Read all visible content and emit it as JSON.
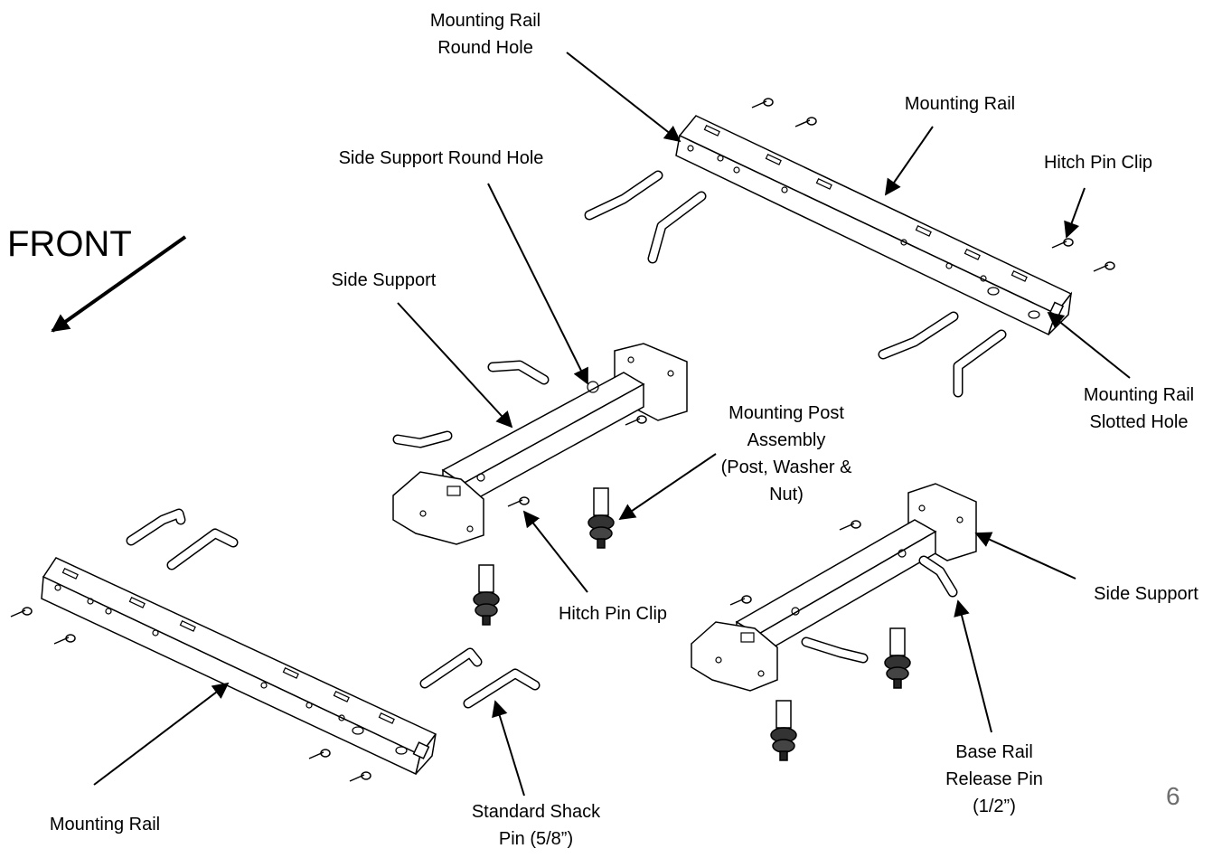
{
  "front_label": "FRONT",
  "page_number": "6",
  "labels": {
    "mounting_rail_round_hole": "Mounting Rail\nRound Hole",
    "mounting_rail_top": "Mounting Rail",
    "hitch_pin_clip_right": "Hitch Pin Clip",
    "side_support_round_hole": "Side Support Round Hole",
    "side_support_left": "Side Support",
    "mounting_rail_slotted_hole": "Mounting Rail\nSlotted Hole",
    "mounting_post_assembly": "Mounting Post\nAssembly\n(Post, Washer &\nNut)",
    "side_support_right": "Side Support",
    "hitch_pin_clip_center": "Hitch Pin Clip",
    "base_rail_release_pin": "Base Rail\nRelease Pin\n(1/2”)",
    "standard_shack_pin": "Standard Shack\nPin (5/8”)",
    "mounting_rail_bottom": "Mounting Rail"
  }
}
